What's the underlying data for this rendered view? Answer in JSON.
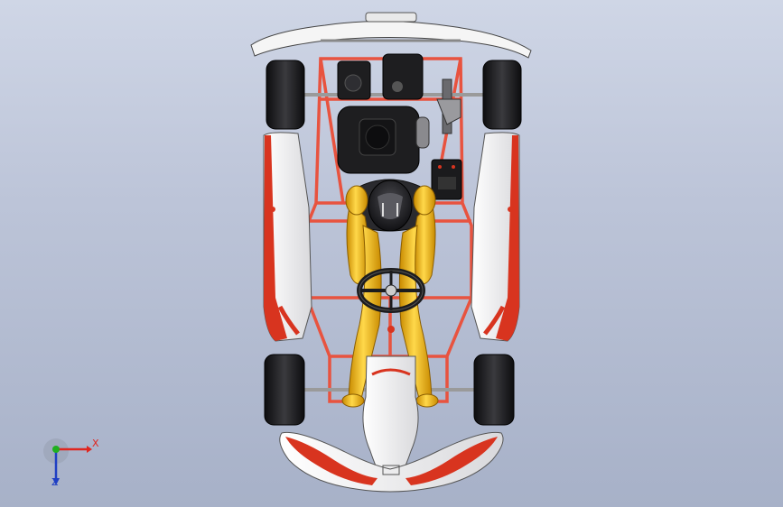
{
  "viewport": {
    "background_top": "#cfd6e6",
    "background_bottom": "#a7b1c8"
  },
  "model": {
    "name": "go-kart-assembly",
    "colors": {
      "frame": "#e8533f",
      "bodywork_white": "#f4f4f2",
      "bodywork_red": "#d8341f",
      "tire": "#1b1b1d",
      "engine": "#1e1e20",
      "driver": "#f2b814",
      "helmet": "#222226"
    }
  },
  "triad": {
    "x_label": "X",
    "z_label": "Z",
    "x_color": "#e0261f",
    "y_color": "#1fb01f",
    "z_color": "#1f3fc4"
  }
}
